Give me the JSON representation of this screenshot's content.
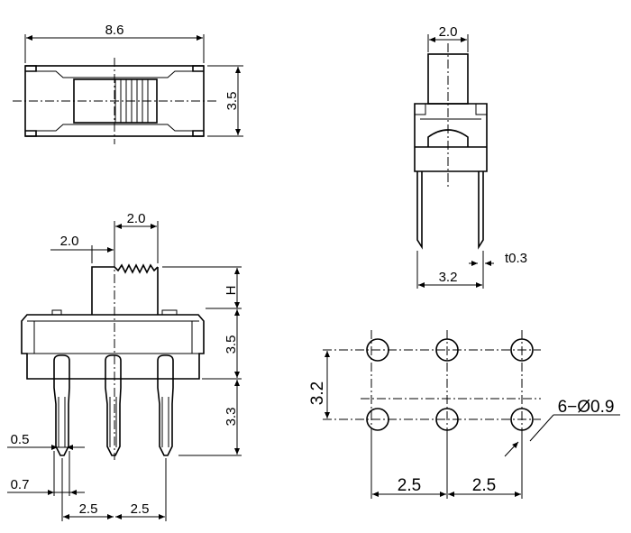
{
  "top_view": {
    "width_dim": "8.6",
    "height_dim": "3.5"
  },
  "side_view": {
    "knob_width_dim": "2.0",
    "pin_spacing_dim": "3.2",
    "thickness_dim": "t0.3"
  },
  "front_view": {
    "knob_width_dim": "2.0",
    "knob_offset_dim": "2.0",
    "knob_height_dim": "H",
    "body_height_dim": "3.5",
    "pin_length_dim": "3.3",
    "pin_tip_dim": "0.5",
    "pin_width_dim": "0.7",
    "pitch_left_dim": "2.5",
    "pitch_right_dim": "2.5"
  },
  "footprint": {
    "row_spacing_dim": "3.2",
    "hole_spec": "6−Ø0.9",
    "pitch_left_dim": "2.5",
    "pitch_right_dim": "2.5"
  }
}
